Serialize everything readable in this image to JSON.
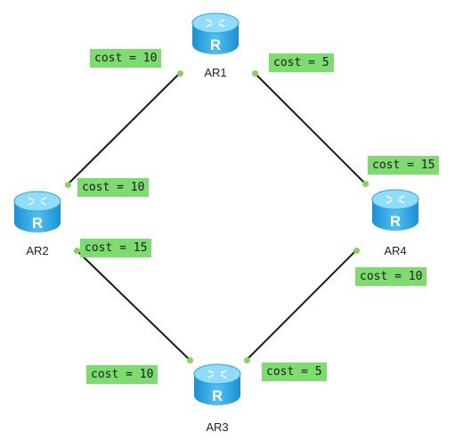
{
  "routers": {
    "ar1": {
      "name": "AR1",
      "icon": "router-icon"
    },
    "ar2": {
      "name": "AR2",
      "icon": "router-icon"
    },
    "ar3": {
      "name": "AR3",
      "icon": "router-icon"
    },
    "ar4": {
      "name": "AR4",
      "icon": "router-icon"
    }
  },
  "links": [
    {
      "from": "AR1",
      "to": "AR2",
      "cost_ar1": "cost = 10",
      "cost_ar2": "cost = 10"
    },
    {
      "from": "AR1",
      "to": "AR4",
      "cost_ar1": "cost = 5",
      "cost_ar4": "cost = 15"
    },
    {
      "from": "AR2",
      "to": "AR3",
      "cost_ar2": "cost = 15",
      "cost_ar3": "cost = 10"
    },
    {
      "from": "AR4",
      "to": "AR3",
      "cost_ar4": "cost = 10",
      "cost_ar3": "cost = 5"
    }
  ],
  "colors": {
    "cost_label_bg": "#7ddc6e",
    "port_dot": "#86d35a",
    "link_line": "#1a1a1a",
    "router_body": "#2ba3e0"
  }
}
